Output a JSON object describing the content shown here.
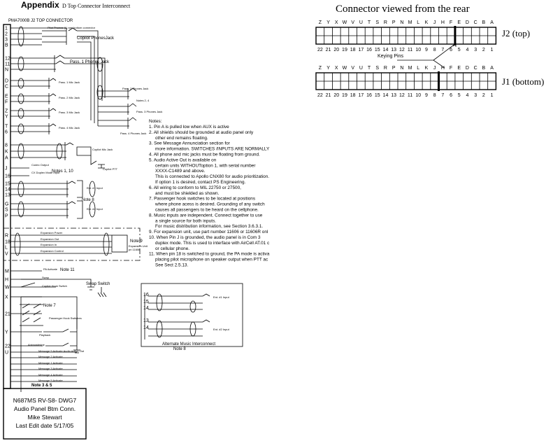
{
  "header": {
    "appendix": "Appendix",
    "title": "D Top Connector Interconnect"
  },
  "connector_heading": "PMA7000B J2  TOP CONNECTOR",
  "rear_view": {
    "title": "Connector viewed from the rear",
    "letters": [
      "Z",
      "Y",
      "X",
      "W",
      "V",
      "U",
      "T",
      "S",
      "R",
      "P",
      "N",
      "M",
      "L",
      "K",
      "J",
      "H",
      "F",
      "E",
      "D",
      "C",
      "B",
      "A"
    ],
    "numbers": [
      "22",
      "21",
      "20",
      "19",
      "18",
      "17",
      "16",
      "15",
      "14",
      "13",
      "12",
      "11",
      "10",
      "9",
      "8",
      "7",
      "6",
      "5",
      "4",
      "3",
      "2",
      "1"
    ],
    "j2_label": "J2 (top)",
    "j1_label": "J1 (bottom)",
    "keying_label": "Keying Pins"
  },
  "pins": [
    "1",
    "2",
    "3",
    "B",
    "12",
    "11",
    "N",
    "D",
    "C",
    "E",
    "F",
    "Z",
    "Y",
    "T",
    "6",
    "8",
    "K",
    "A",
    "J",
    "16",
    "15",
    "14",
    "13",
    "G",
    "S",
    "P",
    "R",
    "18",
    "L",
    "V",
    "M",
    "H",
    "W",
    "X",
    "21",
    "Y",
    "22",
    "U"
  ],
  "labels": {
    "pilot_phones": "Pilot Phones (L) see bottom connector",
    "copilot_phones": "Copilot PhonesJack",
    "pass1_phones": "Pass. 1 Phones Jack",
    "pass1_mic": "Pass. 1 Mic Jack",
    "pass2_mic": "Pass. 2 Mic Jack",
    "pass3_mic": "Pass. 3  Mic Jack",
    "pass4_mic": "Pass. 4  Mic Jack",
    "pass24_phones": "Pass. 2 Phones Jack",
    "notes24": "Notes 2, 4",
    "pass3_phones": "Pass. 3  Phones Jack",
    "pass4_phones": "Pass. 4 Phones Jack",
    "copilot_mic": "Copilot Mic Jack",
    "copilot_ptt": "Copilot PTT",
    "notes110": "Notes 1, 10",
    "ent1": "Ent. #1  Input",
    "note8": "Note 8",
    "ent2": "Ent. #2  Input",
    "note9": "Note 9",
    "note11": "Note 11",
    "swap_switch": "Swap Switch",
    "note7": "Note 7",
    "note35": "Note 3 & 5",
    "alt_music": "Alternate Music Interconnect",
    "note8b": "Note 8",
    "ent1_alt": "Ent. #1 Input",
    "ent2_alt": "Ent. #2 Input",
    "passenger_hook": "Passenger Hook Switches"
  },
  "notes_title": "Notes:",
  "notes": [
    "1.  Pin A is pulled low when AUX is active",
    "2.  All shields should be grounded at audio panel only",
    "     other end remains floating.",
    "3.  See Message Annunciation section for",
    "     more information. SWITCHES /INPUTS ARE NORMALLY",
    "4.  All phone and mic jacks must be floating from ground.",
    "5.  Audio Active Out is available on",
    "     certain units WITHOUToption 1, with serial number",
    "     XXXX-C1489 and above.",
    "     This is connected to Apollo CNX80 for audio prioritization.",
    "     If option 1 is desired, contact PS Engineering.",
    "6.  All wiring to conform  to MIL 22750 or 27500,",
    "     and must be shielded as shown.",
    "7.  Passenger hook switches to be located at positions",
    "     where phone acess is desired. Grounding of any switch",
    "     causes all passengers to be  heard on the cellphone.",
    "8.  Music inputs are independent. Connect together to use",
    "     a single source for both inputs.",
    "     For music distribution information, see Section 3.6.3.1.",
    "9.  For expansion unit, use part number 11606 or 11606R onl",
    "10.  When Pin J is grounded, the audio panel is in Com 3",
    "      duplex mode. This is used to interface with AirCell AT.01 c",
    "      or cellular phone.",
    "11.  When pin 18 is switched to ground, the PA mode is activa",
    "      placing pilot microphone on speaker output when PTT ac",
    "      See Sect 2.5.13."
  ],
  "title_block": [
    "N687MS RV-S8- DWG7",
    "Audio Panel Btm Conn.",
    "Mike Stewart",
    "Last Edit date 5/17/05"
  ]
}
